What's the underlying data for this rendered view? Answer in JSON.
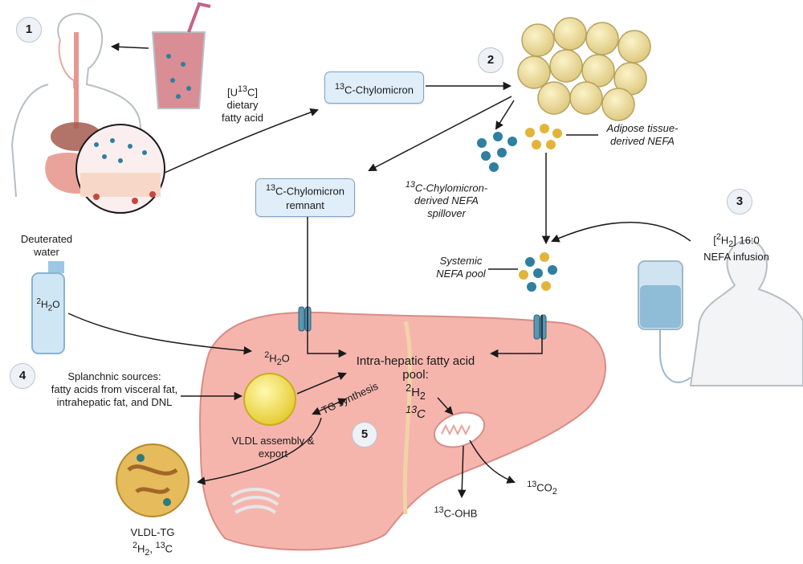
{
  "steps": [
    "1",
    "2",
    "3",
    "4",
    "5"
  ],
  "labels": {
    "dietary_fa_pre": "[U",
    "dietary_fa_sup": "13",
    "dietary_fa_post": "C] dietary",
    "dietary_fa_line2": "fatty acid",
    "chylomicron_sup": "13",
    "chylomicron": "C-Chylomicron",
    "remnant_sup": "13",
    "remnant_line1": "C-Chylomicron",
    "remnant_line2": "remnant",
    "adipose_line1": "Adipose tissue-",
    "adipose_line2": "derived NEFA",
    "spill_sup": "13",
    "spill_line1": "C-Chylomicron-",
    "spill_line2": "derived NEFA",
    "spill_line3": "spillover",
    "infusion_pre": "[",
    "infusion_sup": "2",
    "infusion_mid": "H",
    "infusion_sub": "2",
    "infusion_post": "] 16:0",
    "infusion_line2": "NEFA infusion",
    "systemic_line1": "Systemic",
    "systemic_line2": "NEFA pool",
    "deut_line1": "Deuterated",
    "deut_line2": "water",
    "bottle_sup": "2",
    "bottle_text": "H",
    "bottle_sub": "2",
    "bottle_post": "O",
    "water_sup": "2",
    "water_text": "H",
    "water_sub": "2",
    "water_post": "O",
    "splanch_line1": "Splanchnic sources:",
    "splanch_line2": "fatty acids from visceral fat,",
    "splanch_line3": "intrahepatic fat, and DNL",
    "pool_line1": "Intra-hepatic fatty acid",
    "pool_line2": "pool:",
    "pool_h_sup": "2",
    "pool_h": "H",
    "pool_h_sub": "2",
    "pool_c_sup": "13",
    "pool_c": "C",
    "tg_synthesis": "TG synthesis",
    "vldl_line1": "VLDL assembly &",
    "vldl_line2": "export",
    "co2_sup": "13",
    "co2": "CO",
    "co2_sub": "2",
    "ohb_sup": "13",
    "ohb": "C-OHB",
    "vldltg_line1": "VLDL-TG",
    "vldltg_sup1": "2",
    "vldltg_h": "H",
    "vldltg_sub": "2",
    "vldltg_comma": ", ",
    "vldltg_sup2": "13",
    "vldltg_c": "C"
  },
  "colors": {
    "liver": "#f5b5ad",
    "box_fill": "#dfeef9",
    "fa_blue": "#2e7fa0",
    "fa_yellow": "#e3b43a",
    "adipocyte": "#f3e6a3",
    "transporter": "#5a96b0"
  }
}
